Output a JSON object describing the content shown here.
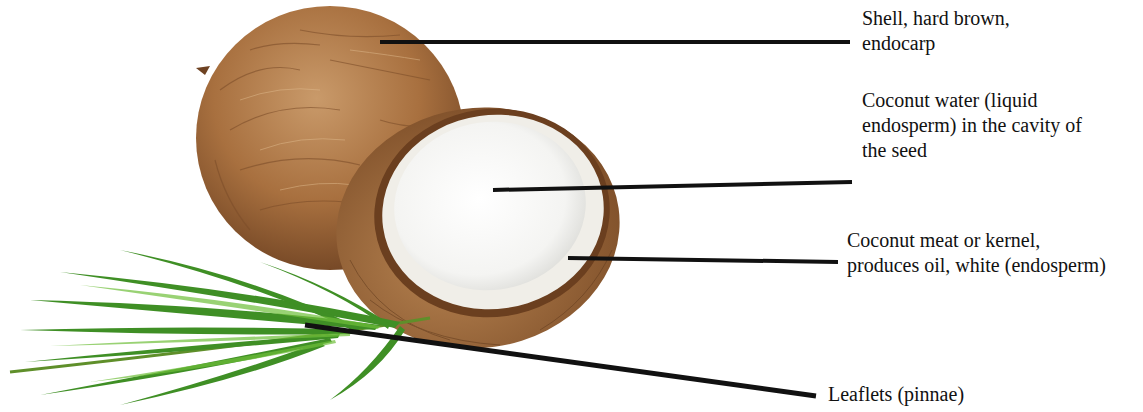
{
  "diagram": {
    "labels": [
      "Shell, hard brown, endocarp",
      "Coconut water (liquid endosperm) in the cavity of the seed",
      "Coconut meat or kernel, produces oil, white (endosperm)",
      "Leaflets (pinnae)"
    ]
  }
}
